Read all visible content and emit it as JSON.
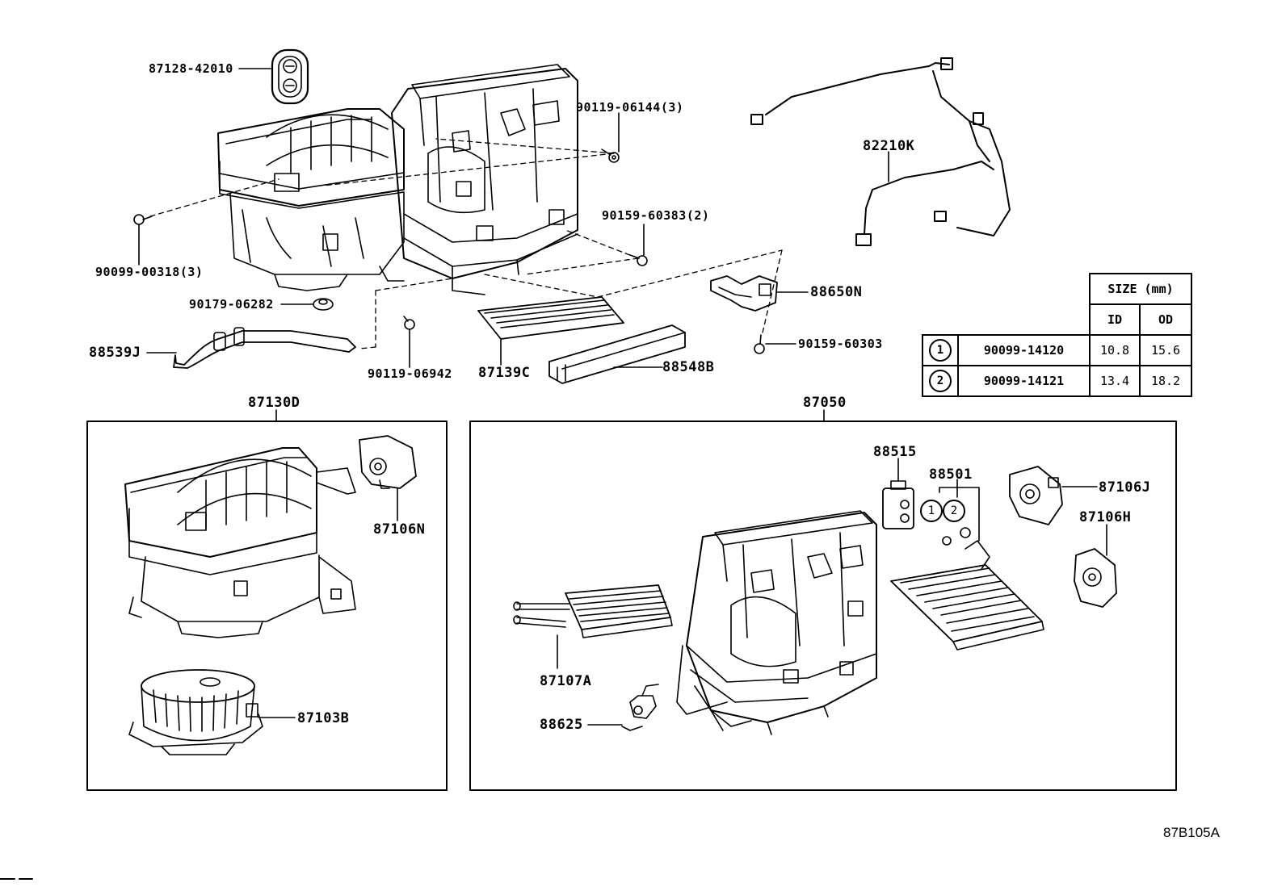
{
  "labels": {
    "p87128": "87128-42010",
    "p90119_06144": "90119-06144(3)",
    "p82210k": "82210K",
    "p90159_60383": "90159-60383(2)",
    "p90099_00318": "90099-00318(3)",
    "p90179_06282": "90179-06282",
    "p88650n": "88650N",
    "p88539j": "88539J",
    "p90119_06942": "90119-06942",
    "p87139c": "87139C",
    "p88548b": "88548B",
    "p90159_60303": "90159-60303",
    "p87130d": "87130D",
    "p87050": "87050",
    "p87106n": "87106N",
    "p87103b": "87103B",
    "p88515": "88515",
    "p88501": "88501",
    "p87106j": "87106J",
    "p87106h": "87106H",
    "p87107a": "87107A",
    "p88625": "88625",
    "callout_1": "1",
    "callout_2": "2"
  },
  "size_table": {
    "header": "SIZE (mm)",
    "col_id": "ID",
    "col_od": "OD",
    "rows": [
      {
        "mark": "1",
        "part": "90099-14120",
        "id": "10.8",
        "od": "15.6"
      },
      {
        "mark": "2",
        "part": "90099-14121",
        "id": "13.4",
        "od": "18.2"
      }
    ]
  },
  "figure_code": "87B105A"
}
